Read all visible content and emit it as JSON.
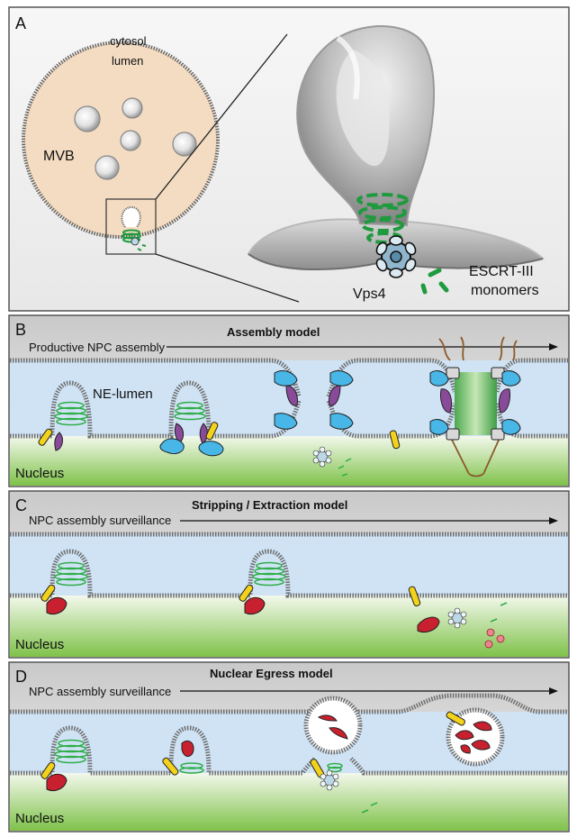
{
  "panelA": {
    "letter": "A",
    "cytosol": "cytosol",
    "lumen": "lumen",
    "mvb": "MVB",
    "vps4": "Vps4",
    "escrt_line1": "ESCRT-III",
    "escrt_line2": "monomers"
  },
  "panelB": {
    "letter": "B",
    "title": "Assembly model",
    "subtitle": "Productive NPC assembly",
    "ne_lumen": "NE-lumen",
    "nucleus": "Nucleus"
  },
  "panelC": {
    "letter": "C",
    "title": "Stripping / Extraction model",
    "subtitle": "NPC assembly surveillance",
    "nucleus": "Nucleus"
  },
  "panelD": {
    "letter": "D",
    "title": "Nuclear Egress model",
    "subtitle": "NPC assembly surveillance",
    "nucleus": "Nucleus"
  },
  "colors": {
    "lumen_blue": "#cfe3f5",
    "nucleus_green": "#8cc84b",
    "mvb_tan": "#f3dcc2",
    "escrt_green": "#1f9a3e",
    "nup_blue": "#48b6e6",
    "nup_purple": "#8a4a9a",
    "yellow": "#f2d21b",
    "red": "#c8202e"
  }
}
